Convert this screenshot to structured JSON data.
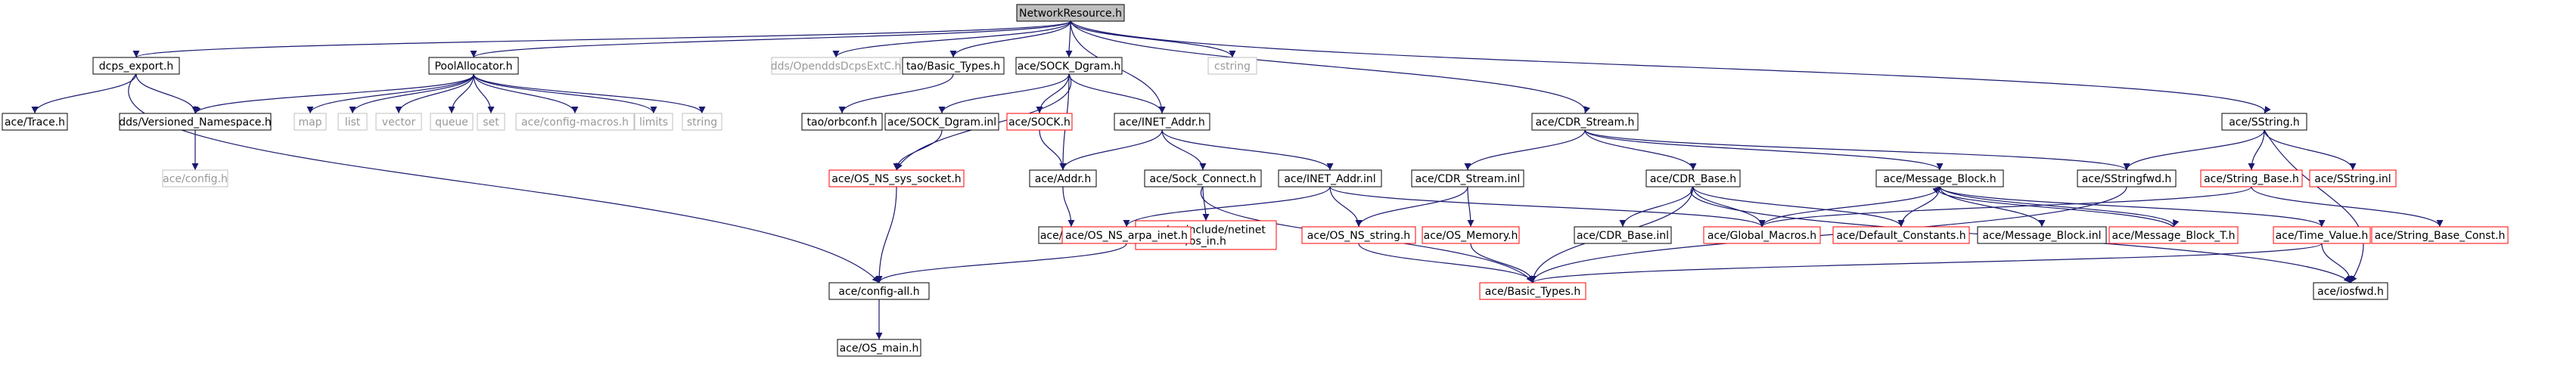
{
  "diagram": {
    "nodes": [
      {
        "id": "networkresource",
        "label": "NetworkResource.h",
        "style": "root"
      },
      {
        "id": "dcps_export",
        "label": "dcps_export.h",
        "style": "normal"
      },
      {
        "id": "poolallocator",
        "label": "PoolAllocator.h",
        "style": "normal"
      },
      {
        "id": "dds_opendds",
        "label": "dds/OpenddsDcpsExtC.h",
        "style": "missing"
      },
      {
        "id": "tao_basic_types",
        "label": "tao/Basic_Types.h",
        "style": "normal"
      },
      {
        "id": "sock_dgram_h",
        "label": "ace/SOCK_Dgram.h",
        "style": "normal"
      },
      {
        "id": "cstring",
        "label": "cstring",
        "style": "missing"
      },
      {
        "id": "ace_trace",
        "label": "ace/Trace.h",
        "style": "normal"
      },
      {
        "id": "versioned_ns",
        "label": "dds/Versioned_Namespace.h",
        "style": "normal"
      },
      {
        "id": "map",
        "label": "map",
        "style": "missing"
      },
      {
        "id": "list",
        "label": "list",
        "style": "missing"
      },
      {
        "id": "vector",
        "label": "vector",
        "style": "missing"
      },
      {
        "id": "queue",
        "label": "queue",
        "style": "missing"
      },
      {
        "id": "set",
        "label": "set",
        "style": "missing"
      },
      {
        "id": "config_macros",
        "label": "ace/config-macros.h",
        "style": "missing"
      },
      {
        "id": "limits",
        "label": "limits",
        "style": "missing"
      },
      {
        "id": "string",
        "label": "string",
        "style": "missing"
      },
      {
        "id": "tao_orbconf",
        "label": "tao/orbconf.h",
        "style": "normal"
      },
      {
        "id": "sock_dgram_inl",
        "label": "ace/SOCK_Dgram.inl",
        "style": "normal"
      },
      {
        "id": "ace_sock_h",
        "label": "ace/SOCK.h",
        "style": "truncated"
      },
      {
        "id": "inet_addr_h",
        "label": "ace/INET_Addr.h",
        "style": "normal"
      },
      {
        "id": "cdr_stream_h",
        "label": "ace/CDR_Stream.h",
        "style": "normal"
      },
      {
        "id": "sstring_h",
        "label": "ace/SString.h",
        "style": "normal"
      },
      {
        "id": "config_h",
        "label": "ace/config.h",
        "style": "missing"
      },
      {
        "id": "os_ns_sys_socket",
        "label": "ace/OS_NS_sys_socket.h",
        "style": "truncated"
      },
      {
        "id": "addr_h",
        "label": "ace/Addr.h",
        "style": "normal"
      },
      {
        "id": "sock_connect_h",
        "label": "ace/Sock_Connect.h",
        "style": "normal"
      },
      {
        "id": "inet_addr_inl",
        "label": "ace/INET_Addr.inl",
        "style": "normal"
      },
      {
        "id": "cdr_stream_inl",
        "label": "ace/CDR_Stream.inl",
        "style": "normal"
      },
      {
        "id": "cdr_base_h",
        "label": "ace/CDR_Base.h",
        "style": "normal"
      },
      {
        "id": "message_block_h",
        "label": "ace/Message_Block.h",
        "style": "normal"
      },
      {
        "id": "sstringfwd_h",
        "label": "ace/SStringfwd.h",
        "style": "normal"
      },
      {
        "id": "string_base_h",
        "label": "ace/String_Base.h",
        "style": "truncated"
      },
      {
        "id": "sstring_inl",
        "label": "ace/SString.inl",
        "style": "truncated"
      },
      {
        "id": "addr_inl",
        "label": "ace/Addr.inl",
        "style": "normal"
      },
      {
        "id": "os_include_netinet",
        "label": "ace/os_include/netinet\n/os_in.h",
        "style": "truncated"
      },
      {
        "id": "os_ns_arpa_inet",
        "label": "ace/OS_NS_arpa_inet.h",
        "style": "truncated"
      },
      {
        "id": "os_ns_string",
        "label": "ace/OS_NS_string.h",
        "style": "truncated"
      },
      {
        "id": "os_memory",
        "label": "ace/OS_Memory.h",
        "style": "truncated"
      },
      {
        "id": "cdr_base_inl",
        "label": "ace/CDR_Base.inl",
        "style": "normal"
      },
      {
        "id": "global_macros",
        "label": "ace/Global_Macros.h",
        "style": "truncated"
      },
      {
        "id": "default_constants",
        "label": "ace/Default_Constants.h",
        "style": "truncated"
      },
      {
        "id": "message_block_inl",
        "label": "ace/Message_Block.inl",
        "style": "normal"
      },
      {
        "id": "message_block_t",
        "label": "ace/Message_Block_T.h",
        "style": "truncated"
      },
      {
        "id": "time_value_h",
        "label": "ace/Time_Value.h",
        "style": "truncated"
      },
      {
        "id": "string_base_const",
        "label": "ace/String_Base_Const.h",
        "style": "truncated"
      },
      {
        "id": "config_all",
        "label": "ace/config-all.h",
        "style": "normal"
      },
      {
        "id": "basic_types_h",
        "label": "ace/Basic_Types.h",
        "style": "truncated"
      },
      {
        "id": "iosfwd_h",
        "label": "ace/iosfwd.h",
        "style": "normal"
      },
      {
        "id": "os_main",
        "label": "ace/OS_main.h",
        "style": "normal"
      }
    ],
    "edges": [
      [
        "networkresource",
        "dcps_export"
      ],
      [
        "networkresource",
        "poolallocator"
      ],
      [
        "networkresource",
        "dds_opendds"
      ],
      [
        "networkresource",
        "tao_basic_types"
      ],
      [
        "networkresource",
        "sock_dgram_h"
      ],
      [
        "networkresource",
        "cstring"
      ],
      [
        "networkresource",
        "inet_addr_h"
      ],
      [
        "networkresource",
        "cdr_stream_h"
      ],
      [
        "networkresource",
        "sstring_h"
      ],
      [
        "dcps_export",
        "ace_trace"
      ],
      [
        "dcps_export",
        "versioned_ns"
      ],
      [
        "dcps_export",
        "config_all"
      ],
      [
        "poolallocator",
        "versioned_ns"
      ],
      [
        "poolallocator",
        "map"
      ],
      [
        "poolallocator",
        "list"
      ],
      [
        "poolallocator",
        "vector"
      ],
      [
        "poolallocator",
        "queue"
      ],
      [
        "poolallocator",
        "set"
      ],
      [
        "poolallocator",
        "config_macros"
      ],
      [
        "poolallocator",
        "limits"
      ],
      [
        "poolallocator",
        "string"
      ],
      [
        "versioned_ns",
        "config_h"
      ],
      [
        "tao_basic_types",
        "tao_orbconf"
      ],
      [
        "sock_dgram_h",
        "sock_dgram_inl"
      ],
      [
        "sock_dgram_h",
        "ace_sock_h"
      ],
      [
        "sock_dgram_h",
        "inet_addr_h"
      ],
      [
        "sock_dgram_h",
        "addr_h"
      ],
      [
        "sock_dgram_h",
        "os_ns_sys_socket"
      ],
      [
        "sock_dgram_inl",
        "os_ns_sys_socket"
      ],
      [
        "ace_sock_h",
        "addr_h"
      ],
      [
        "inet_addr_h",
        "addr_h"
      ],
      [
        "inet_addr_h",
        "sock_connect_h"
      ],
      [
        "inet_addr_h",
        "inet_addr_inl"
      ],
      [
        "os_ns_sys_socket",
        "config_all"
      ],
      [
        "addr_h",
        "addr_inl"
      ],
      [
        "sock_connect_h",
        "os_include_netinet"
      ],
      [
        "sock_connect_h",
        "basic_types_h"
      ],
      [
        "inet_addr_inl",
        "os_ns_arpa_inet"
      ],
      [
        "inet_addr_inl",
        "os_ns_string"
      ],
      [
        "inet_addr_inl",
        "global_macros"
      ],
      [
        "os_ns_arpa_inet",
        "config_all"
      ],
      [
        "config_all",
        "os_main"
      ],
      [
        "cdr_stream_h",
        "cdr_stream_inl"
      ],
      [
        "cdr_stream_h",
        "cdr_base_h"
      ],
      [
        "cdr_stream_h",
        "message_block_h"
      ],
      [
        "cdr_stream_h",
        "sstringfwd_h"
      ],
      [
        "cdr_stream_inl",
        "os_ns_string"
      ],
      [
        "cdr_stream_inl",
        "os_memory"
      ],
      [
        "cdr_base_h",
        "cdr_base_inl"
      ],
      [
        "cdr_base_h",
        "global_macros"
      ],
      [
        "cdr_base_h",
        "default_constants"
      ],
      [
        "cdr_base_h",
        "basic_types_h"
      ],
      [
        "cdr_base_h",
        "iosfwd_h"
      ],
      [
        "message_block_h",
        "global_macros"
      ],
      [
        "message_block_h",
        "default_constants"
      ],
      [
        "message_block_h",
        "message_block_inl"
      ],
      [
        "message_block_h",
        "message_block_t"
      ],
      [
        "message_block_h",
        "time_value_h"
      ],
      [
        "message_block_t",
        "message_block_h"
      ],
      [
        "sstring_h",
        "sstringfwd_h"
      ],
      [
        "sstring_h",
        "string_base_h"
      ],
      [
        "sstring_h",
        "sstring_inl"
      ],
      [
        "sstring_h",
        "iosfwd_h"
      ],
      [
        "string_base_h",
        "global_macros"
      ],
      [
        "string_base_h",
        "string_base_const"
      ],
      [
        "sstringfwd_h",
        "basic_types_h"
      ],
      [
        "os_ns_string",
        "basic_types_h"
      ],
      [
        "os_memory",
        "basic_types_h"
      ],
      [
        "time_value_h",
        "basic_types_h"
      ],
      [
        "time_value_h",
        "iosfwd_h"
      ]
    ]
  },
  "colors": {
    "edge": "#191970",
    "root_fill": "#bfbfbf",
    "node_border": "#000000",
    "truncated_border": "#ff0000",
    "missing_border": "#bfbfbf",
    "missing_text": "#999999"
  }
}
